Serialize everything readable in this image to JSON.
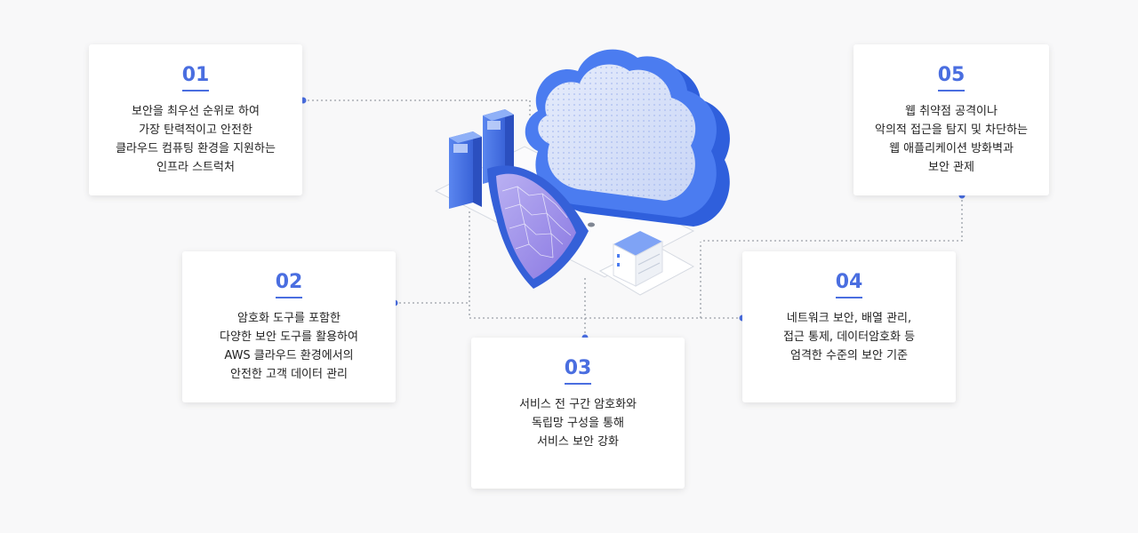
{
  "cards": [
    {
      "num": "01",
      "lines": [
        "보안을 최우선 순위로 하여",
        "가장 탄력적이고 안전한",
        "클라우드 컴퓨팅 환경을 지원하는",
        "인프라 스트럭처"
      ]
    },
    {
      "num": "02",
      "lines": [
        "암호화 도구를 포함한",
        "다양한 보안 도구를 활용하여",
        "AWS 클라우드 환경에서의",
        "안전한 고객 데이터 관리"
      ]
    },
    {
      "num": "03",
      "lines": [
        "서비스 전 구간 암호화와",
        "독립망 구성을 통해",
        "서비스 보안 강화"
      ]
    },
    {
      "num": "04",
      "lines": [
        "네트워크 보안, 배열 관리,",
        "접근 통제, 데이터암호화 등",
        "엄격한 수준의 보안 기준"
      ]
    },
    {
      "num": "05",
      "lines": [
        "웹 취약점 공격이나",
        "악의적 접근을 탐지 및 차단하는",
        "웹 애플리케이션 방화벽과",
        "보안 관제"
      ]
    }
  ],
  "colors": {
    "accent": "#4a6ee0",
    "cloud": "#3f6fe6",
    "line": "#9aa0a8"
  }
}
